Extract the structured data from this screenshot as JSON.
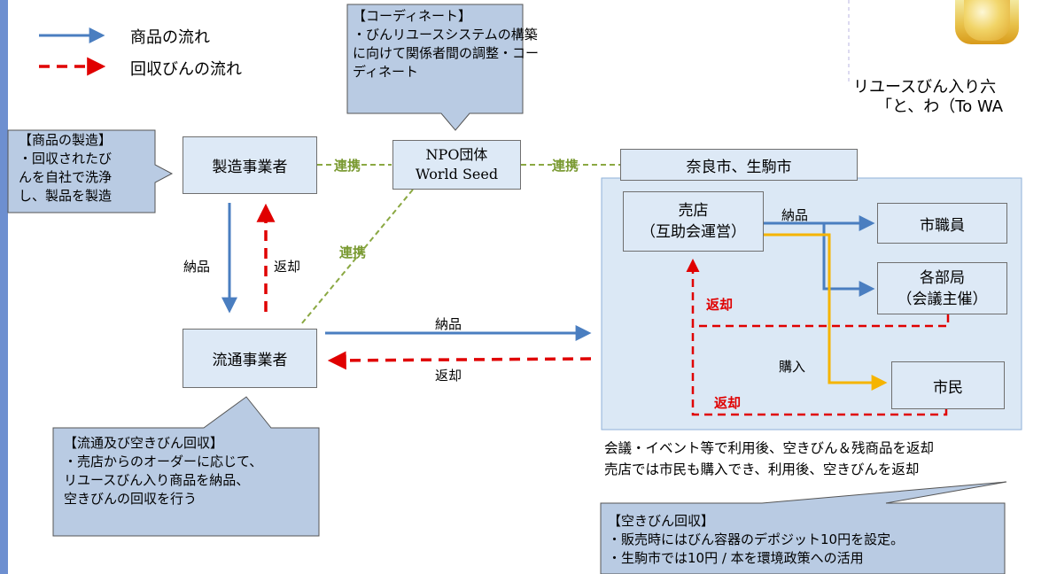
{
  "legend": {
    "product_flow": "商品の流れ",
    "bottle_return_flow": "回収びんの流れ"
  },
  "coordinate_callout": {
    "title": "【コーディネート】",
    "lines": [
      "・びんリユースシステムの構築",
      "に向けて関係者間の調整・コー",
      "ディネート"
    ]
  },
  "manufacture_callout": {
    "title": "【商品の製造】",
    "lines": [
      "・回収されたび",
      "んを自社で洗浄",
      "し、製品を製造"
    ]
  },
  "distribution_callout": {
    "title": "【流通及び空きびん回収】",
    "lines": [
      "・売店からのオーダーに応じて、",
      "リユースびん入り商品を納品、",
      "空きびんの回収を行う"
    ]
  },
  "empty_bottle_callout": {
    "title": "【空きびん回収】",
    "lines": [
      "・販売時にはびん容器のデポジット10円を設定。",
      "・生駒市では10円 / 本を環境政策への活用"
    ]
  },
  "entities": {
    "manufacturer": "製造事業者",
    "distributor": "流通事業者",
    "npo_line1": "NPO団体",
    "npo_line2": "World Seed",
    "city": "奈良市、生駒市",
    "shop_line1": "売店",
    "shop_line2": "（互助会運営）",
    "city_staff": "市職員",
    "departments_line1": "各部局",
    "departments_line2": "（会議主催）",
    "citizens": "市民"
  },
  "labels": {
    "renkei": "連携",
    "nouhin": "納品",
    "henkyaku": "返却",
    "kounyuu": "購入"
  },
  "notes": {
    "line1": "会議・イベント等で利用後、空きびん＆残商品を返却",
    "line2": "売店では市民も購入でき、利用後、空きびんを返却"
  },
  "product_caption": {
    "line1": "リユースびん入り六",
    "line2": "「と、わ（To WA"
  },
  "colors": {
    "product_flow": "#4a7ec0",
    "return_flow": "#e00000",
    "purchase_flow": "#f5b400",
    "link": "#8aa842",
    "box_fill": "#dde9f6",
    "area_fill": "#dbe8f5"
  }
}
